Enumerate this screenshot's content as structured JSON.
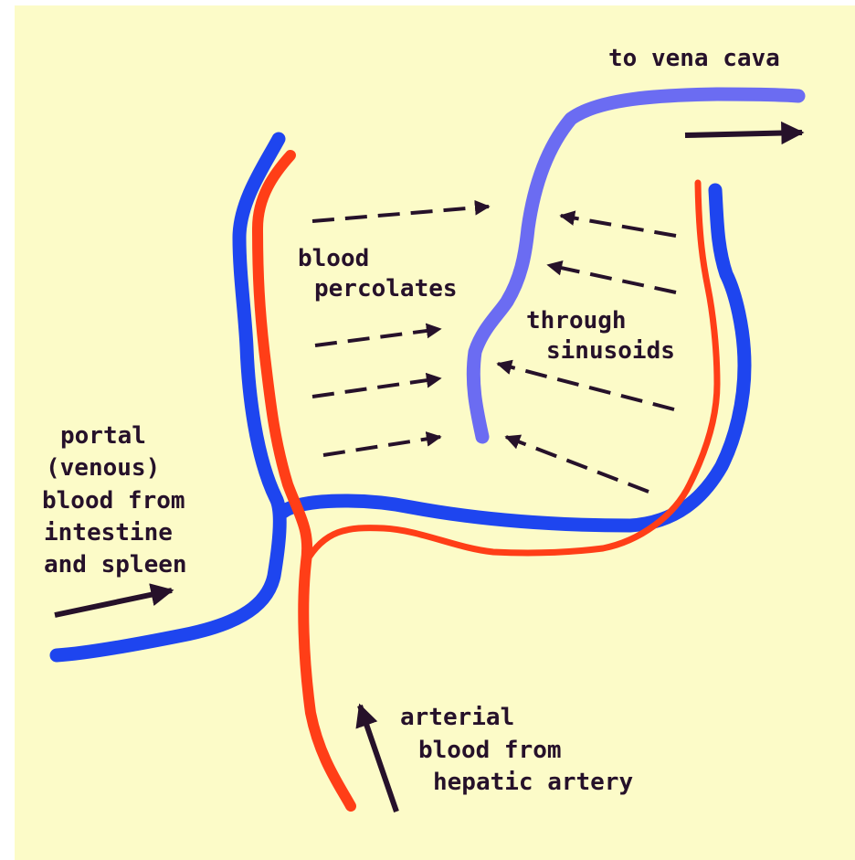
{
  "colors": {
    "background": "#fcfbc8",
    "portal_vein": "#1e45ef",
    "central_vein": "#6b6cf2",
    "artery": "#ff3e17",
    "arrow": "#26112a",
    "text": "#26112a"
  },
  "labels": {
    "vena_cava": "to vena cava",
    "blood": "blood",
    "percolates": "percolates",
    "through": "through",
    "sinusoids": "sinusoids",
    "portal_1": "portal",
    "portal_2": "(venous)",
    "portal_3": "blood from",
    "portal_4": "intestine",
    "portal_5": "and spleen",
    "arterial_1": "arterial",
    "arterial_2": "blood from",
    "arterial_3": "hepatic artery"
  }
}
